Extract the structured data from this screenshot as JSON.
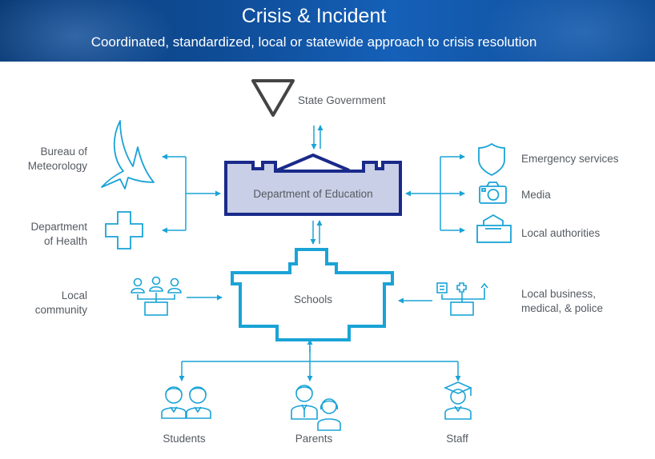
{
  "header": {
    "title": "Crisis & Incident",
    "subtitle": "Coordinated, standardized, local or statewide approach to crisis resolution"
  },
  "nodes": {
    "state_government": "State Government",
    "bureau_line1": "Bureau of",
    "bureau_line2": "Meteorology",
    "health_line1": "Department",
    "health_line2": "of Health",
    "department_of_education": "Department of Education",
    "emergency_services": "Emergency services",
    "media": "Media",
    "local_authorities": "Local authorities",
    "community_line1": "Local",
    "community_line2": "community",
    "schools": "Schools",
    "business_line1": "Local business,",
    "business_line2": "medical, & police",
    "students": "Students",
    "parents": "Parents",
    "staff": "Staff"
  },
  "colors": {
    "banner_blue": "#0f4d98",
    "line_cyan": "#1aa3d6",
    "education_fill": "#c9cfe6",
    "education_stroke": "#1a2a8a",
    "text_gray": "#555a60"
  },
  "icons": [
    "yield-triangle-icon",
    "storm-bird-icon",
    "medical-cross-icon",
    "government-building-icon",
    "shield-icon",
    "camera-icon",
    "ballot-box-icon",
    "community-people-icon",
    "business-medical-icon",
    "students-icon",
    "parents-icon",
    "staff-graduate-icon"
  ]
}
